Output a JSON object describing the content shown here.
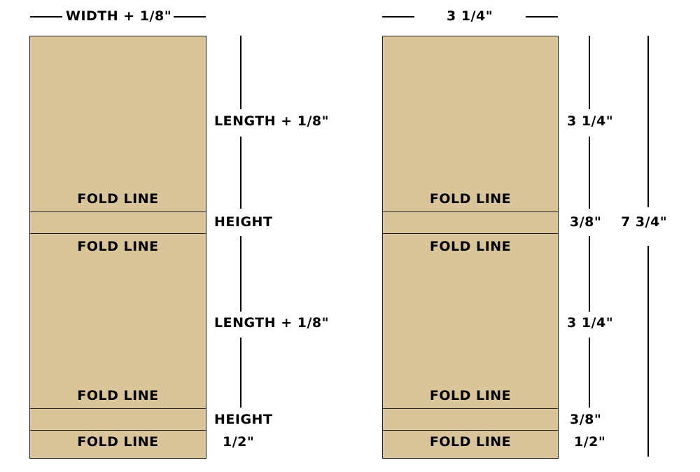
{
  "colors": {
    "board": "#dac49a",
    "outline": "#222222",
    "text": "#000000"
  },
  "left_panel": {
    "width_label": "WIDTH + 1/8\"",
    "fold_label": "FOLD LINE",
    "length_label_1": "LENGTH + 1/8\"",
    "height_label_1": "HEIGHT",
    "length_label_2": "LENGTH + 1/8\"",
    "height_label_2": "HEIGHT",
    "tab_label": "1/2\""
  },
  "right_panel": {
    "width_label": "3 1/4\"",
    "fold_label": "FOLD LINE",
    "length_label_1": "3 1/4\"",
    "height_label_1": "3/8\"",
    "total_label": "7 3/4\"",
    "length_label_2": "3 1/4\"",
    "height_label_2": "3/8\"",
    "tab_label": "1/2\""
  }
}
